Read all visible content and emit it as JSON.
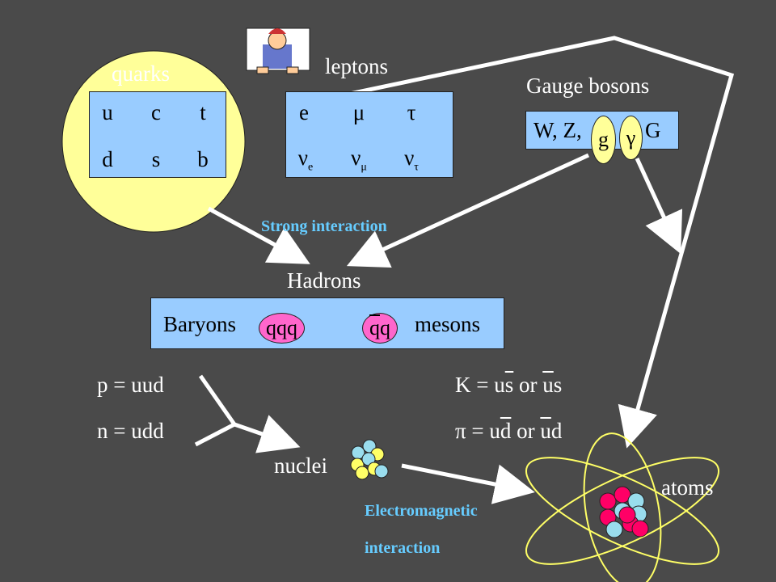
{
  "quarks": {
    "label": "quarks",
    "row1": [
      "u",
      "c",
      "t"
    ],
    "row2": [
      "d",
      "s",
      "b"
    ]
  },
  "leptons": {
    "label": "leptons",
    "row1": [
      "e",
      "μ",
      "τ"
    ],
    "row2_base": [
      "ν",
      "ν",
      "ν"
    ],
    "row2_sub": [
      "e",
      "μ",
      "τ"
    ]
  },
  "gauge": {
    "label": "Gauge bosons",
    "prefix": "W, Z,",
    "g": "g",
    "gamma": "γ",
    "suffix": "G"
  },
  "strong_label": "Strong interaction",
  "hadrons": {
    "label": "Hadrons",
    "baryons": "Baryons",
    "qqq": "qqq",
    "qq_a": "q",
    "qq_b": "q",
    "mesons": "mesons"
  },
  "formulas": {
    "p": "p = uud",
    "n": "n = udd",
    "k_pre": "K = u",
    "k_s1": "s",
    "k_mid": " or ",
    "k_u2": "u",
    "k_s2": "s",
    "pi_pre": "π = u",
    "pi_d1": "d",
    "pi_mid": " or ",
    "pi_u2": "u",
    "pi_d2": "d"
  },
  "nuclei_label": "nuclei",
  "atoms_label": "atoms",
  "em_label_1": "Electromagnetic",
  "em_label_2": "interaction",
  "colors": {
    "background": "#4a4a4a",
    "box_blue": "#99ccff",
    "quark_circle": "#ffff99",
    "boson_oval": "#ffff99",
    "hadron_oval": "#ff66cc",
    "interaction_text": "#66ccff",
    "atom_orbit": "#ffff66",
    "proton_red": "#ff0066",
    "neutron_cyan": "#99ddee"
  }
}
